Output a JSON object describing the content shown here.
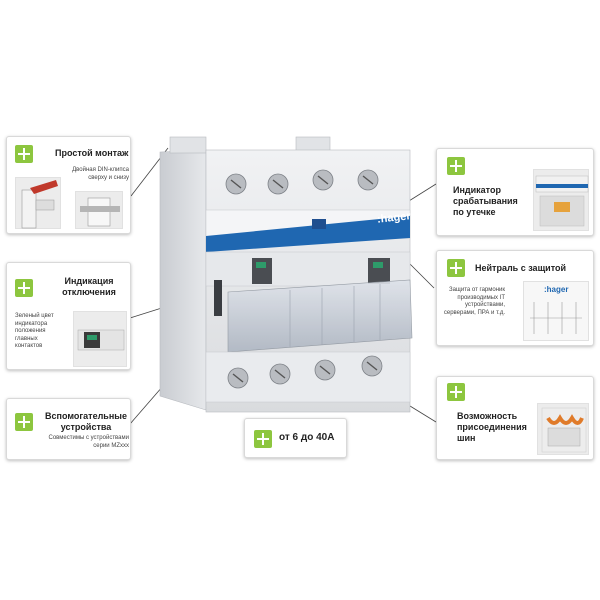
{
  "callouts": {
    "mounting": {
      "title": "Простой монтаж",
      "desc": "Двойная DIN-клипса сверху и снизу"
    },
    "indication": {
      "title": "Индикация отключения",
      "desc": "Зеленый цвет индикатора положения главных контактов"
    },
    "auxiliary": {
      "title": "Вспомогательные устройства",
      "desc": "Совместимы с устройствами серии MZxxx"
    },
    "range": {
      "title": "от 6 до 40А"
    },
    "leak": {
      "title": "Индикатор срабатывания по утечке"
    },
    "neutral": {
      "title": "Нейтраль с защитой",
      "desc": "Защита от гармоник производимых IT устройствами, серверами, ПРА и т.д."
    },
    "busbar": {
      "title": "Возможность присоединения шин"
    }
  },
  "device": {
    "brand": ":hager",
    "thumb_brand": ":hager"
  },
  "colors": {
    "accent_green": "#8dc63f",
    "device_gray": "#e3e5e8",
    "brand_blue": "#1f67b1",
    "indicator_green": "#2e9b6a"
  }
}
